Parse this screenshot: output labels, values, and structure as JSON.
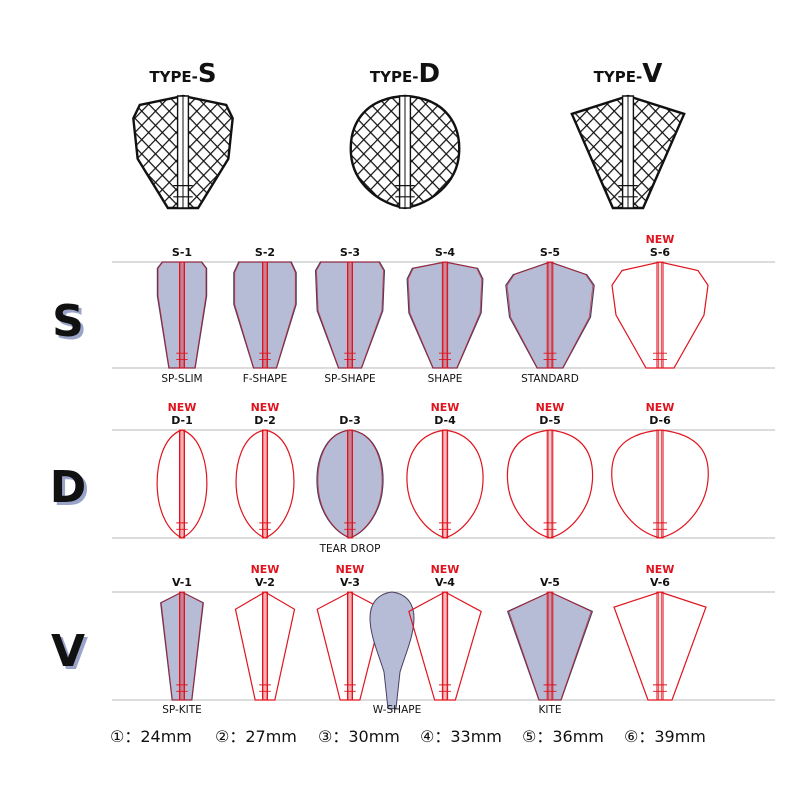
{
  "types": [
    {
      "prefix": "TYPE-",
      "letter": "S"
    },
    {
      "prefix": "TYPE-",
      "letter": "D"
    },
    {
      "prefix": "TYPE-",
      "letter": "V"
    }
  ],
  "new_label": "NEW",
  "rows": [
    {
      "letter": "S",
      "flights": [
        {
          "code": "S-1",
          "new": false,
          "name": "SP-SLIM",
          "filled": true
        },
        {
          "code": "S-2",
          "new": false,
          "name": "F-SHAPE",
          "filled": true
        },
        {
          "code": "S-3",
          "new": false,
          "name": "SP-SHAPE",
          "filled": true
        },
        {
          "code": "S-4",
          "new": false,
          "name": "SHAPE",
          "filled": true
        },
        {
          "code": "S-5",
          "new": false,
          "name": "STANDARD",
          "filled": true
        },
        {
          "code": "S-6",
          "new": true,
          "name": "",
          "filled": false
        }
      ]
    },
    {
      "letter": "D",
      "flights": [
        {
          "code": "D-1",
          "new": true,
          "name": "",
          "filled": false
        },
        {
          "code": "D-2",
          "new": true,
          "name": "",
          "filled": false
        },
        {
          "code": "D-3",
          "new": false,
          "name": "TEAR DROP",
          "filled": true
        },
        {
          "code": "D-4",
          "new": true,
          "name": "",
          "filled": false
        },
        {
          "code": "D-5",
          "new": true,
          "name": "",
          "filled": false
        },
        {
          "code": "D-6",
          "new": true,
          "name": "",
          "filled": false
        }
      ]
    },
    {
      "letter": "V",
      "flights": [
        {
          "code": "V-1",
          "new": false,
          "name": "SP-KITE",
          "filled": true
        },
        {
          "code": "V-2",
          "new": true,
          "name": "",
          "filled": false
        },
        {
          "code": "V-3",
          "new": true,
          "name": "",
          "filled": false
        },
        {
          "code": "V-4",
          "new": true,
          "name": "W-SHAPE",
          "filled": false
        },
        {
          "code": "V-5",
          "new": false,
          "name": "KITE",
          "filled": true
        },
        {
          "code": "V-6",
          "new": true,
          "name": "",
          "filled": false
        }
      ]
    }
  ],
  "lengths": [
    "①：24mm",
    "②：27mm",
    "③：30mm",
    "④：33mm",
    "⑤：36mm",
    "⑥：39mm"
  ],
  "colors": {
    "outline_red": "#e0141e",
    "fill_blue": "#b6bcd6",
    "fill_stroke": "#4a3f63",
    "grid_black": "#111111",
    "rule_gray": "#b9b9b9",
    "letter_shadow": "#9aa4c9"
  }
}
